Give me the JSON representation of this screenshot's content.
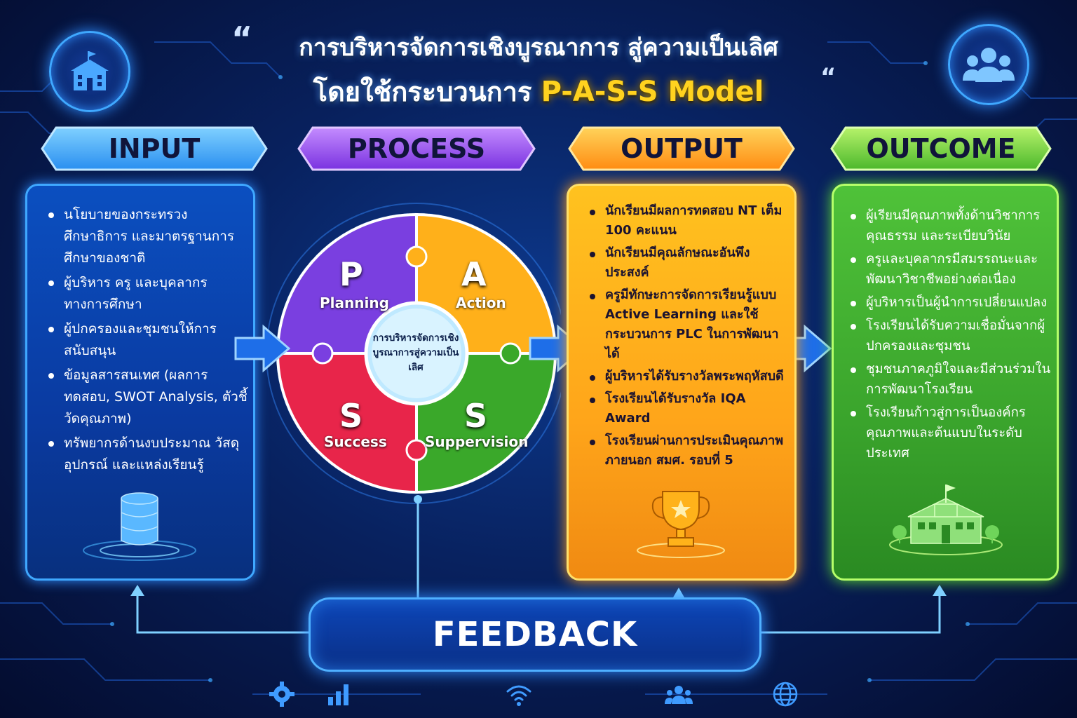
{
  "header": {
    "title_line1": "การบริหารจัดการเชิงบูรณาการ สู่ความเป็นเลิศ",
    "title_line2_prefix": "โดยใช้กระบวนการ ",
    "title_line2_model": "P-A-S-S Model",
    "quote_open": "“",
    "quote_close": "“",
    "left_icon": "school-icon",
    "right_icon": "people-icon"
  },
  "banners": {
    "input": "INPUT",
    "process": "PROCESS",
    "output": "OUTPUT",
    "outcome": "OUTCOME"
  },
  "input_items": [
    "นโยบายของกระทรวงศึกษาธิการ และมาตรฐานการศึกษาของชาติ",
    "ผู้บริหาร ครู และบุคลากรทางการศึกษา",
    "ผู้ปกครองและชุมชนให้การสนับสนุน",
    "ข้อมูลสารสนเทศ (ผลการทดสอบ, SWOT Analysis, ตัวชี้วัดคุณภาพ)",
    "ทรัพยากรด้านงบประมาณ วัสดุอุปกรณ์ และแหล่งเรียนรู้"
  ],
  "process": {
    "center": "การบริหารจัดการเชิงบูรณาการสู่ความเป็นเลิศ",
    "p_letter": "P",
    "p_label": "Planning",
    "a_letter": "A",
    "a_label": "Action",
    "s1_letter": "S",
    "s1_label": "Success",
    "s2_letter": "S",
    "s2_label": "Suppervision"
  },
  "output_items": [
    "นักเรียนมีผลการทดสอบ NT เต็ม 100 คะแนน",
    "นักเรียนมีคุณลักษณะอันพึงประสงค์",
    "ครูมีทักษะการจัดการเรียนรู้แบบ Active Learning และใช้กระบวนการ PLC ในการพัฒนาได้",
    "ผู้บริหารได้รับรางวัลพระพฤหัสบดี",
    "โรงเรียนได้รับรางวัล IQA Award",
    "โรงเรียนผ่านการประเมินคุณภาพภายนอก สมศ. รอบที่ 5"
  ],
  "outcome_items": [
    "ผู้เรียนมีคุณภาพทั้งด้านวิชาการ คุณธรรม และระเบียบวินัย",
    "ครูและบุคลากรมีสมรรถนะและพัฒนาวิชาชีพอย่างต่อเนื่อง",
    "ผู้บริหารเป็นผู้นำการเปลี่ยนแปลง",
    "โรงเรียนได้รับความเชื่อมั่นจากผู้ปกครองและชุมชน",
    "ชุมชนภาคภูมิใจและมีส่วนร่วมในการพัฒนาโรงเรียน",
    "โรงเรียนก้าวสู่การเป็นองค์กรคุณภาพและต้นแบบในระดับประเทศ"
  ],
  "feedback": "FEEDBACK",
  "icons": {
    "input_illustration": "database-icon",
    "output_illustration": "trophy-icon",
    "outcome_illustration": "school-building-icon",
    "bottom": [
      "gear-icon",
      "bar-chart-icon",
      "wifi-icon",
      "people-icon",
      "globe-icon"
    ]
  },
  "colors": {
    "input": "#1f6fe0",
    "process": "#8a3ff0",
    "output": "#ffa51a",
    "outcome": "#3aa42c",
    "planning": "#7a3fe0",
    "action": "#ffb01a",
    "success": "#e8254a",
    "supervision": "#3aa82a",
    "model_text": "#ffd21f"
  }
}
